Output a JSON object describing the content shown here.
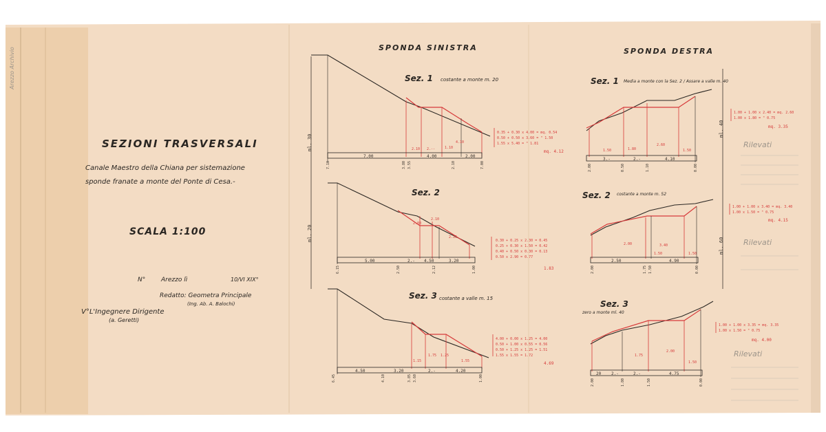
{
  "document": {
    "title": "SEZIONI TRASVERSALI",
    "subtitle_line1": "Canale Maestro della Chiana per sistemazione",
    "subtitle_line2": "sponde franate a monte del Ponte di Cesa.-",
    "scale": "SCALA 1:100",
    "date_prefix": "N°",
    "place": "Arezzo lì",
    "date": "10/VI XIX°",
    "drafted_by": "Redatto: Geometra Principale",
    "drafter_name": "(Ing. Ab. A. Balochi)",
    "engineer": "V°L'Ingegnere Dirigente",
    "engineer_name": "(a. Geretti)"
  },
  "left_bank": {
    "heading": "SPONDA SINISTRA",
    "height_label_1": "ml. 30",
    "height_label_2": "ml. 20",
    "sections": [
      {
        "name": "Sez. 1",
        "note": "costante a monte m. 20",
        "bottom_dims": [
          "7.00",
          "4.00",
          "2.00"
        ],
        "station_labels": [
          "7.10",
          "3.80",
          "3.55",
          "2.10",
          "7.00"
        ],
        "red_labels": [
          "2.10",
          "2.--",
          "1.10",
          "4.10"
        ],
        "calc": [
          "0.35 + 0.30 x 4.00 = mq. 0.54",
          "0.50 + 0.50 x 3.60 = \" 1.50",
          "1.55 x 5.40 = \" 1.81"
        ],
        "total": "mq. 4.12"
      },
      {
        "name": "Sez. 2",
        "note": "",
        "bottom_dims": [
          "5.00",
          "2.-",
          "4.50",
          "3.20"
        ],
        "station_labels": [
          "6.15",
          "2.50",
          "2.12",
          "1.00"
        ],
        "red_labels": [
          "2.80",
          "2.10",
          "2.15"
        ],
        "calc": [
          "0.30 + 0.25 x 2.30 = 0.45",
          "0.25 + 0.30 x 1.50 = 0.42",
          "0.40 + 0.50 x 0.30 = 0.13",
          "0.50 x 2.90 = 0.77"
        ],
        "total": "1.83"
      },
      {
        "name": "Sez. 3",
        "note": "costante a valle m. 15",
        "bottom_dims": [
          "4.50",
          "3.20",
          "2.-",
          "4.20"
        ],
        "station_labels": [
          "6.45",
          "4.10",
          "3.85",
          "3.60",
          "1.00"
        ],
        "red_labels": [
          "1.15",
          "1.75",
          "1.25",
          "1.55"
        ],
        "calc": [
          "4.00 + 0.00 x 1.25 = 4.00",
          "0.50 + 1.00 x 0.55 = 0.56",
          "0.50 + 1.25 x 1.25 = 1.51",
          "1.55 x 1.55 = 1.72"
        ],
        "total": "4.69"
      }
    ]
  },
  "right_bank": {
    "heading": "SPONDA DESTRA",
    "height_label_1": "ml. 40",
    "height_label_2": "ml. 60",
    "sections": [
      {
        "name": "Sez. 1",
        "note": "Media a monte con la Sez. 2 / Assare a valle m. 40",
        "bottom_dims": [
          "3.-",
          "2.-",
          "4.10"
        ],
        "station_labels": [
          "2.00",
          "0.50",
          "1.10",
          "0.00"
        ],
        "red_labels": [
          "1.50",
          "1.80",
          "2.60",
          "1.50"
        ],
        "calc": [
          "1.00 + 1.00 x 2.40 = mq. 2.60",
          "1.00 x 1.80 = \" 0.75"
        ],
        "total": "mq. 3.35",
        "side_note": "Rilevati"
      },
      {
        "name": "Sez. 2",
        "note": "costante a monte m. 52",
        "bottom_dims": [
          "2.50",
          "4.90"
        ],
        "station_labels": [
          "2.00",
          "1.75",
          "1.50",
          "0.00"
        ],
        "red_labels": [
          "3.40",
          "1.50",
          "2.00",
          "1.50"
        ],
        "calc": [
          "1.00 + 1.00 x 3.40 = mq. 3.40",
          "1.00 x 1.50 = \" 0.75"
        ],
        "total": "mq. 4.15",
        "side_note": "Rilevati"
      },
      {
        "name": "Sez. 3",
        "note": "zero a monte ml. 40",
        "bottom_dims": [
          "20",
          "2.-",
          "2.-",
          "4.75"
        ],
        "station_labels": [
          "2.00",
          "1.80",
          "1.50",
          "0.00"
        ],
        "red_labels": [
          "1.75",
          "2.00",
          "1.50"
        ],
        "calc": [
          "1.00 + 1.00 x 3.35 = mq. 3.35",
          "1.00 x 1.50 = \" 0.75"
        ],
        "total": "mq. 4.00",
        "side_note": "Rilevati"
      }
    ]
  },
  "colors": {
    "paper": "#f3dcc4",
    "ink": "#2a2622",
    "red": "#d63a3a",
    "margin": "#e9c9a3"
  }
}
